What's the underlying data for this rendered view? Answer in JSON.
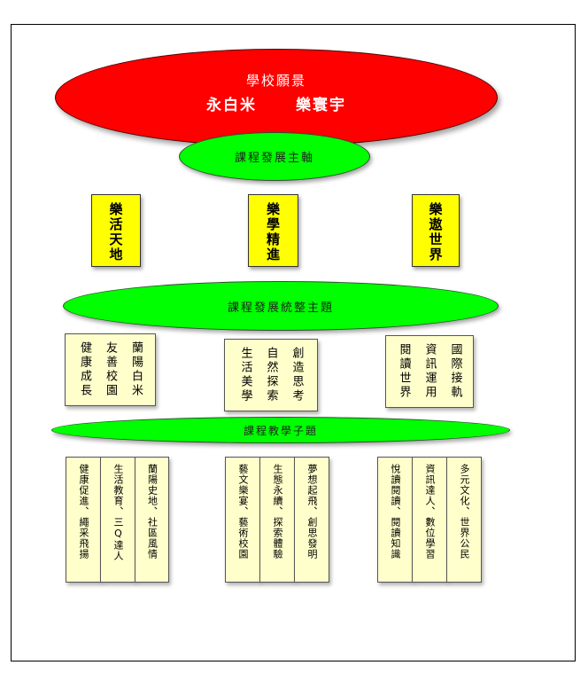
{
  "vision": {
    "title": "學校願景",
    "items": [
      "永白米",
      "樂寰宇"
    ]
  },
  "axis_label": "課程發展主軸",
  "pillars": [
    "樂活天地",
    "樂學精進",
    "樂遨世界"
  ],
  "integration_label": "課程發展統整主題",
  "themes": [
    [
      "蘭陽白米",
      "友善校園",
      "健康成長"
    ],
    [
      "創造思考",
      "自然探索",
      "生活美學"
    ],
    [
      "國際接軌",
      "資訊運用",
      "閱讀世界"
    ]
  ],
  "sub_label": "課程教學子題",
  "subthemes": [
    [
      "健康促進、繩采飛揚",
      "生活教育、三Q達人",
      "蘭陽史地、社區風情"
    ],
    [
      "藝文樂宴、藝術校園",
      "生態永續、探索體驗",
      "夢想起飛、創思發明"
    ],
    [
      "悅讀閱讀、閱讀知識",
      "資訊達人、數位學習",
      "多元文化、世界公民"
    ]
  ],
  "colors": {
    "vision": "#ff0000",
    "ellipse": "#00ff00",
    "pillar": "#ffff00",
    "box": "#ffffcc"
  }
}
